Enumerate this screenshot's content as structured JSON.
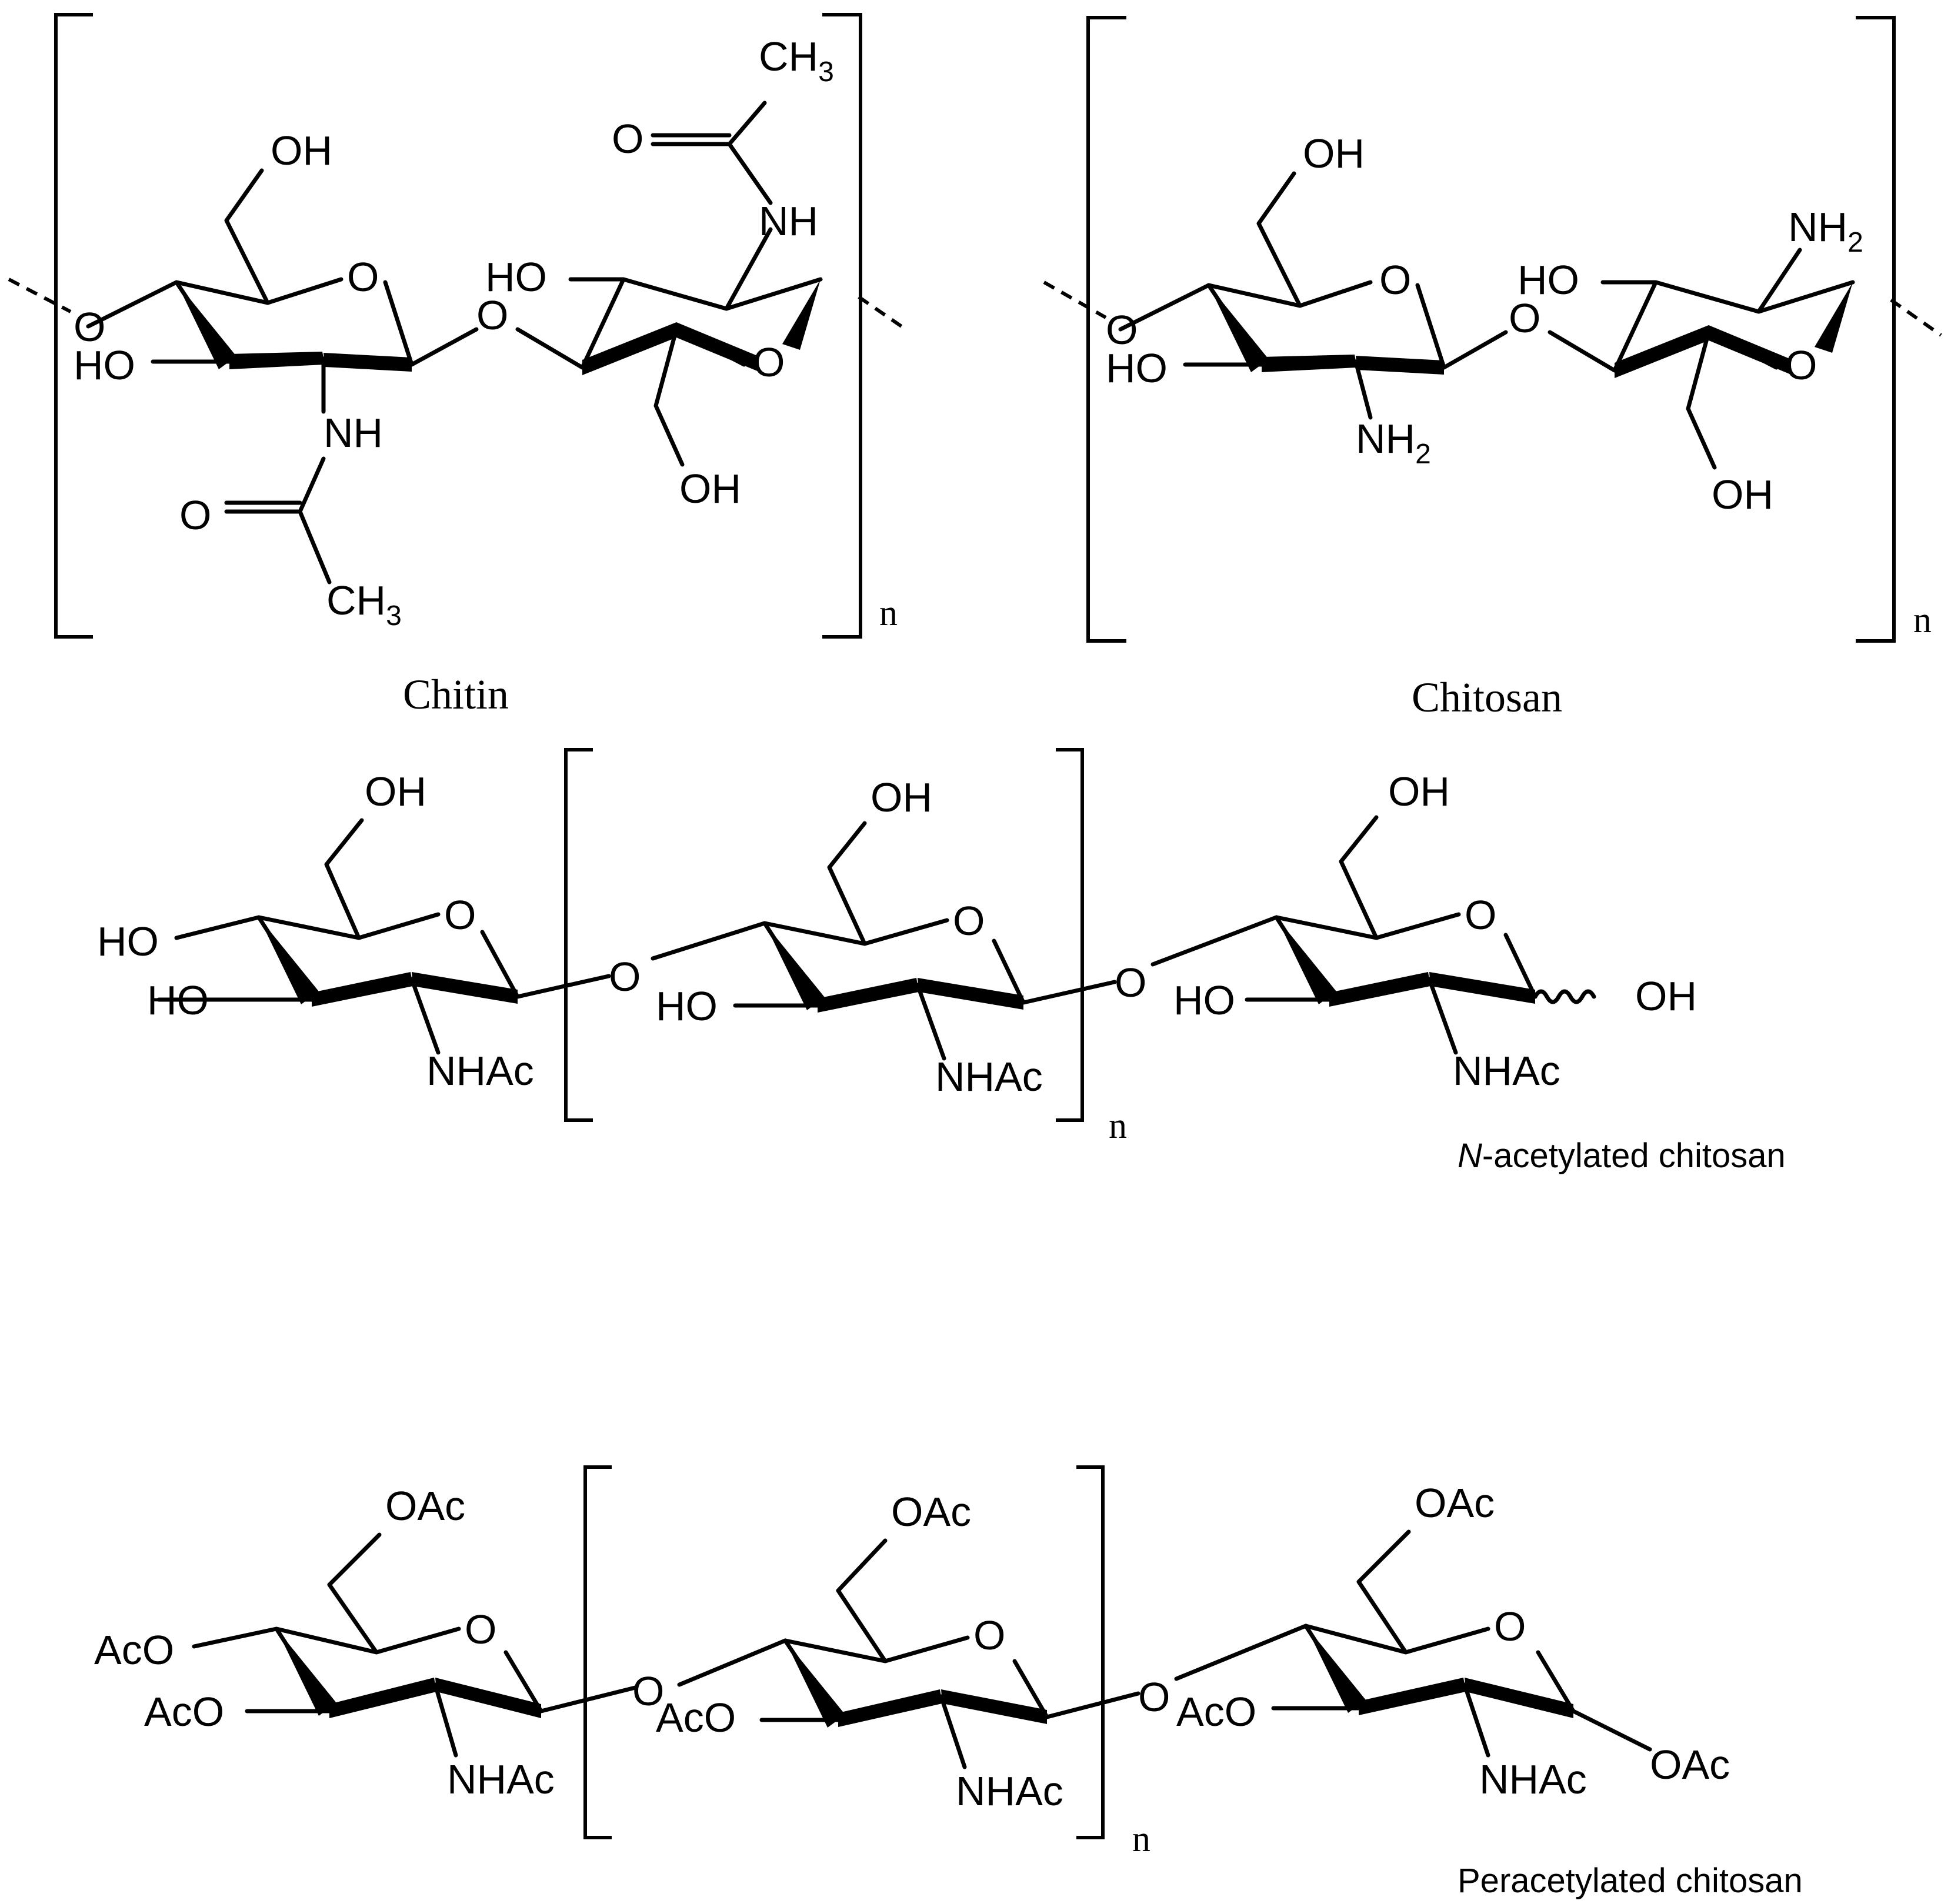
{
  "structures": {
    "chitin": {
      "caption": "Chitin",
      "repeat": "n",
      "labels": {
        "oh_top": "OH",
        "o_ring1": "O",
        "o_left": "O",
        "ho_1": "HO",
        "nh_1": "NH",
        "o_carbonyl1": "O",
        "ch3_1": "CH",
        "ch3_1_sub": "3",
        "o_link": "O",
        "ho_2": "HO",
        "o_ring2": "O",
        "oh_bottom": "OH",
        "nh_2": "NH",
        "o_carbonyl2": "O",
        "ch3_2": "CH",
        "ch3_2_sub": "3"
      }
    },
    "chitosan": {
      "caption": "Chitosan",
      "repeat": "n",
      "labels": {
        "oh_top": "OH",
        "o_ring1": "O",
        "o_left": "O",
        "ho_1": "HO",
        "nh2_1": "NH",
        "nh2_1_sub": "2",
        "o_link": "O",
        "ho_2": "HO",
        "nh2_2": "NH",
        "nh2_2_sub": "2",
        "o_ring2": "O",
        "oh_bottom": "OH"
      }
    },
    "n_acetylated": {
      "caption_italic": "N",
      "caption_rest": "-acetylated chitosan",
      "repeat": "n",
      "labels": {
        "oh_1": "OH",
        "o_r1": "O",
        "ho_a": "HO",
        "ho_b": "HO",
        "nhac_1": "NHAc",
        "o_l1": "O",
        "oh_2": "OH",
        "o_r2": "O",
        "ho_2": "HO",
        "nhac_2": "NHAc",
        "o_l2": "O",
        "oh_3": "OH",
        "o_r3": "O",
        "ho_3": "HO",
        "nhac_3": "NHAc",
        "oh_end": "OH"
      }
    },
    "peracetylated": {
      "caption": "Peracetylated chitosan",
      "repeat": "n",
      "labels": {
        "oac_1": "OAc",
        "o_r1": "O",
        "aco_a": "AcO",
        "aco_b": "AcO",
        "nhac_1": "NHAc",
        "o_l1": "O",
        "oac_2": "OAc",
        "o_r2": "O",
        "aco_2": "AcO",
        "nhac_2": "NHAc",
        "o_l2": "O",
        "oac_3": "OAc",
        "o_r3": "O",
        "aco_3": "AcO",
        "nhac_3": "NHAc",
        "oac_end": "OAc"
      }
    }
  }
}
